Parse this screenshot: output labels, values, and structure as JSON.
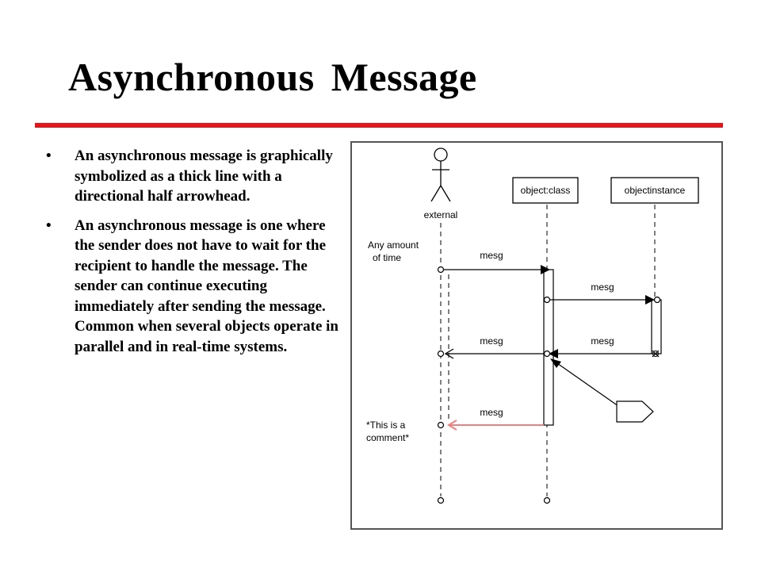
{
  "title": "Asynchronous  Message",
  "colors": {
    "title_rule": "#e8141c",
    "comment_arrow": "#f08080",
    "border": "#555555"
  },
  "bullets": [
    {
      "marker": "•",
      "text": "An asynchronous message is graphically symbolized as a thick line with a directional half arrowhead."
    },
    {
      "marker": "•",
      "text": "An asynchronous message is one where the sender does not have to wait for the recipient to handle the message.  The sender can continue executing immediately after sending the message.  Common when several objects operate in parallel and in real-time systems."
    }
  ],
  "diagram": {
    "actor_label": "external",
    "object_class_label": "object:class",
    "object_instance_label": "objectinstance",
    "note_time_line1": "Any amount",
    "note_time_line2": "of time",
    "note_comment_line1": "*This is a",
    "note_comment_line2": "comment*",
    "messages": {
      "m1": "mesg",
      "m2": "mesg",
      "m3": "mesg",
      "m4": "mesg",
      "m5": "mesg"
    }
  }
}
